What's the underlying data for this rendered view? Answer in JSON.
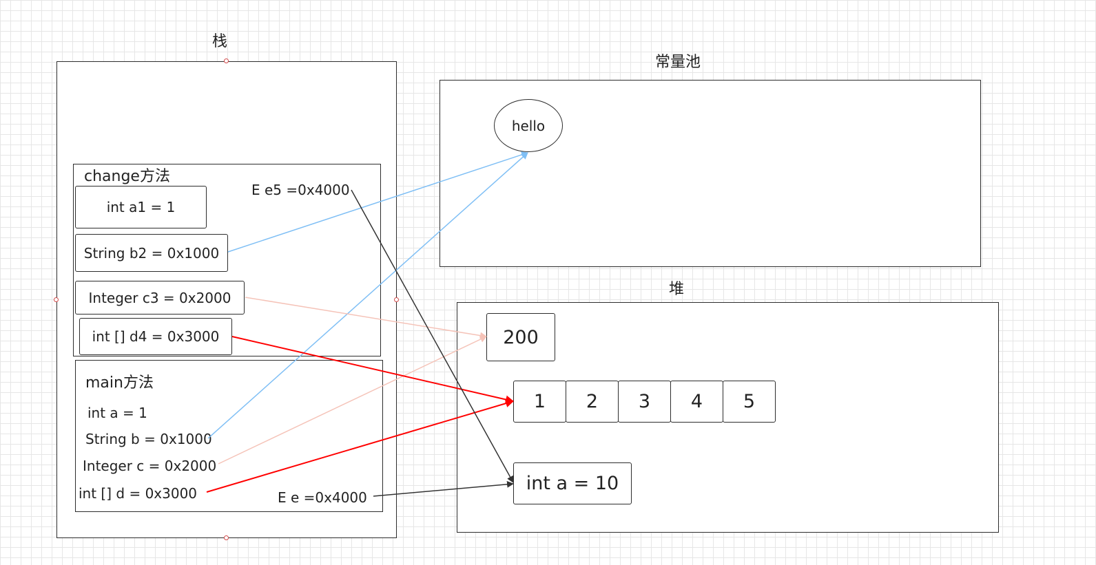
{
  "regions": {
    "stack": {
      "title": "栈"
    },
    "constant_pool": {
      "title": "常量池"
    },
    "heap": {
      "title": "堆"
    }
  },
  "change_method": {
    "title": "change方法",
    "vars": {
      "a1": "int a1 = 1",
      "b2": "String b2 = 0x1000",
      "c3": "Integer c3 = 0x2000",
      "d4": "int [] d4 = 0x3000",
      "e5": "E e5 =0x4000"
    }
  },
  "main_method": {
    "title": "main方法",
    "vars": {
      "a": "int a = 1",
      "b": "String b = 0x1000",
      "c": "Integer c = 0x2000",
      "d": "int [] d = 0x3000",
      "e": "E e =0x4000"
    }
  },
  "constant_pool": {
    "hello": "hello"
  },
  "heap": {
    "integer_value": "200",
    "array": [
      "1",
      "2",
      "3",
      "4",
      "5"
    ],
    "object_field": "int a = 10"
  },
  "colors": {
    "string_ref": "#7fbff5",
    "integer_ref": "#f5c3b8",
    "array_ref": "#ff0000",
    "object_ref": "#333333",
    "border": "#2b2b2b"
  }
}
